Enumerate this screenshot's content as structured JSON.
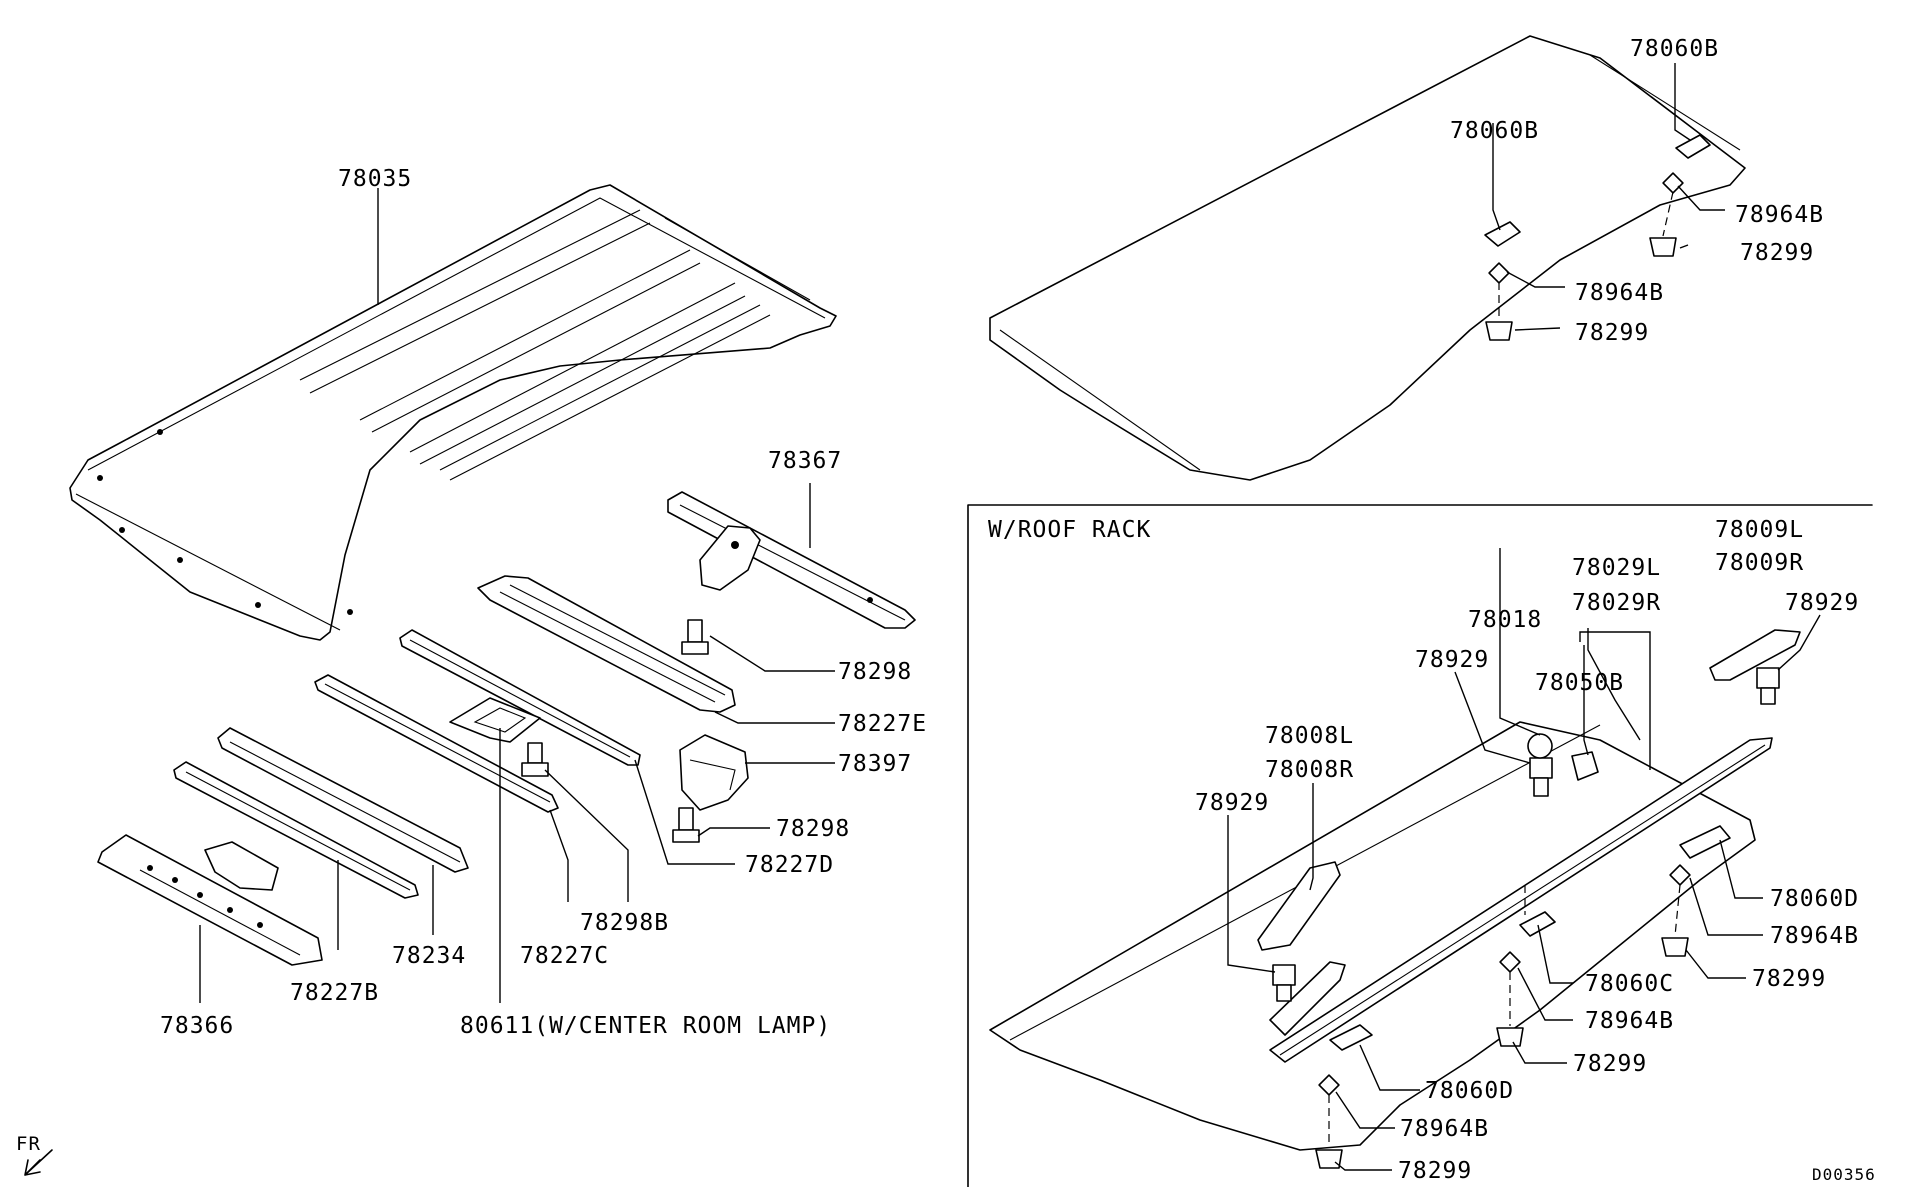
{
  "diagram": {
    "box_title": "W/ROOF RACK",
    "drawing_code": "D00356",
    "fr_label": "FR",
    "parts_main": {
      "p78035": "78035",
      "p78367": "78367",
      "p78298_a": "78298",
      "p78227E": "78227E",
      "p78397": "78397",
      "p78298_b": "78298",
      "p78227D": "78227D",
      "p78298B": "78298B",
      "p78227C": "78227C",
      "p78234": "78234",
      "p78227B": "78227B",
      "p78366": "78366",
      "p80611": "80611(W/CENTER ROOM LAMP)"
    },
    "parts_top_right": {
      "p78060B_a": "78060B",
      "p78060B_b": "78060B",
      "p78964B_a": "78964B",
      "p78299_a": "78299",
      "p78964B_b": "78964B",
      "p78299_b": "78299"
    },
    "parts_roof_rack": {
      "p78009L": "78009L",
      "p78009R": "78009R",
      "p78029L": "78029L",
      "p78029R": "78029R",
      "p78929_a": "78929",
      "p78018": "78018",
      "p78929_b": "78929",
      "p78050B": "78050B",
      "p78008L": "78008L",
      "p78008R": "78008R",
      "p78929_c": "78929",
      "p78060D_a": "78060D",
      "p78964B_c": "78964B",
      "p78299_c": "78299",
      "p78060C": "78060C",
      "p78964B_d": "78964B",
      "p78299_d": "78299",
      "p78060D_b": "78060D",
      "p78964B_e": "78964B",
      "p78299_e": "78299"
    }
  }
}
